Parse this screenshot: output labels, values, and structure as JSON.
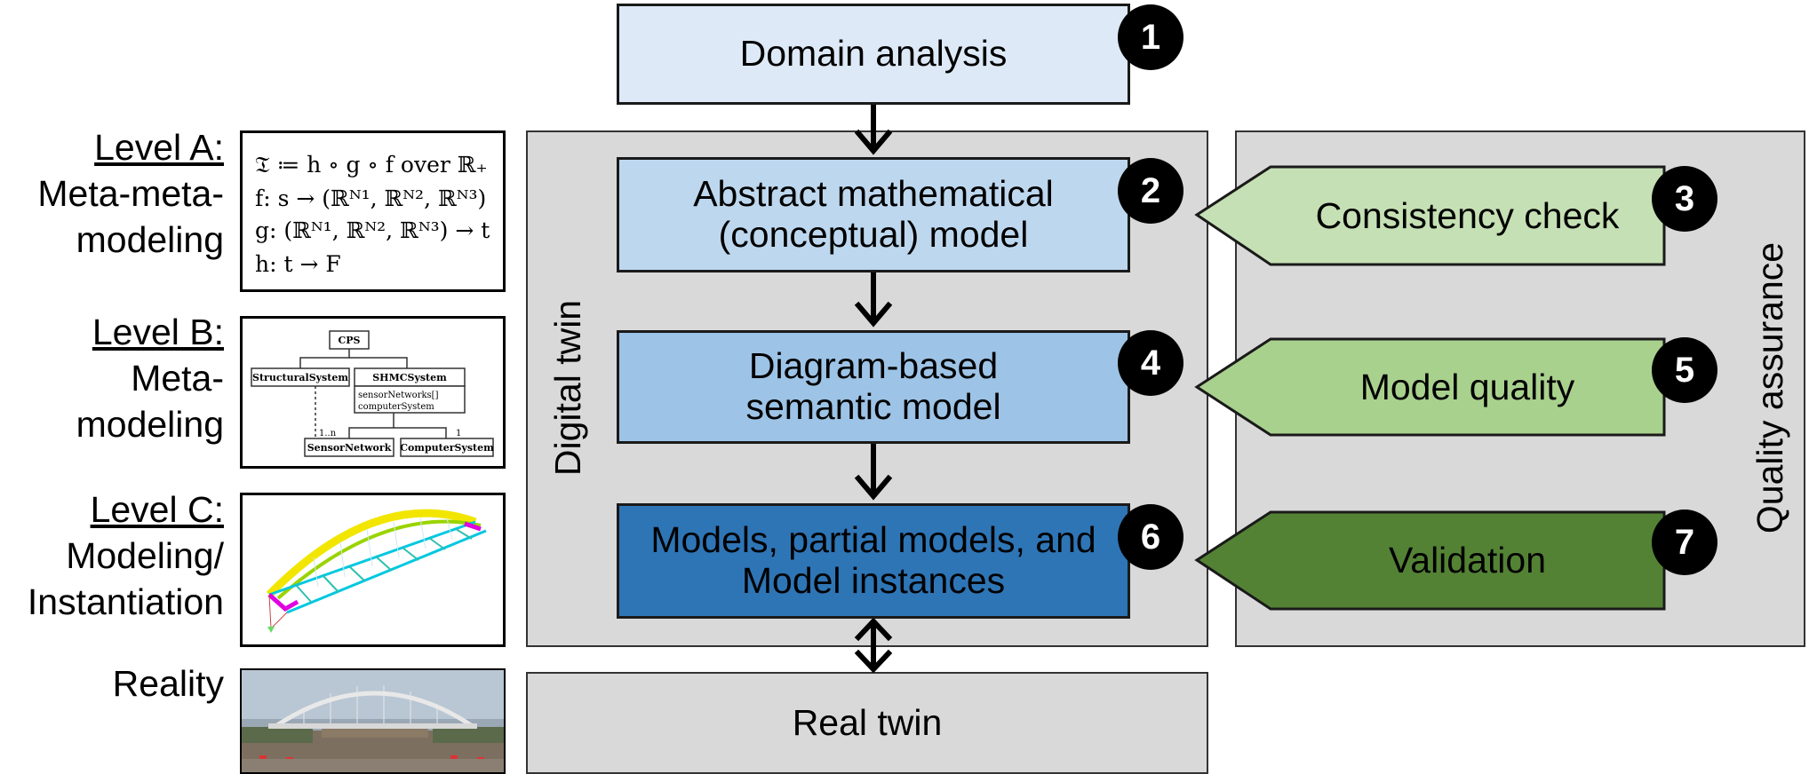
{
  "levels": [
    {
      "title": "Level A:",
      "lines": [
        "Meta-meta-",
        "modeling"
      ]
    },
    {
      "title": "Level B:",
      "lines": [
        "Meta-",
        "modeling"
      ]
    },
    {
      "title": "Level C:",
      "lines": [
        "Modeling/",
        "Instantiation"
      ]
    },
    {
      "title": "",
      "lines": [
        "Reality"
      ]
    }
  ],
  "level_a_formulas": [
    "𝔗 ≔ h ∘ g ∘ f over ℝ₊",
    "f: s → (ℝᴺ¹, ℝᴺ², ℝᴺ³)",
    "g: (ℝᴺ¹, ℝᴺ², ℝᴺ³) → t",
    "h: t → F"
  ],
  "level_b_diagram": {
    "root": "CPS",
    "left": "StructuralSystem",
    "right": "SHMCSystem",
    "right_attrs": [
      "sensorNetworks[]",
      "computerSystem"
    ],
    "bottom_left": "SensorNetwork",
    "bottom_right": "ComputerSystem",
    "multiplicity": "1..n",
    "multiplicity_right": "1"
  },
  "digital_twin_label": "Digital twin",
  "quality_label": "Quality assurance",
  "steps": [
    {
      "num": "1",
      "label_lines": [
        "Domain analysis"
      ],
      "color": "#dde9f6"
    },
    {
      "num": "2",
      "label_lines": [
        "Abstract mathematical",
        "(conceptual) model"
      ],
      "color": "#bdd7ee"
    },
    {
      "num": "4",
      "label_lines": [
        "Diagram-based",
        "semantic model"
      ],
      "color": "#9dc3e6"
    },
    {
      "num": "6",
      "label_lines": [
        "Models, partial models, and",
        "Model instances"
      ],
      "color": "#2e75b6"
    }
  ],
  "qa_steps": [
    {
      "num": "3",
      "label": "Consistency check",
      "color": "#c5e0b4"
    },
    {
      "num": "5",
      "label": "Model quality",
      "color": "#a9d18e"
    },
    {
      "num": "7",
      "label": "Validation",
      "color": "#548235"
    }
  ],
  "real_twin_label": "Real twin"
}
